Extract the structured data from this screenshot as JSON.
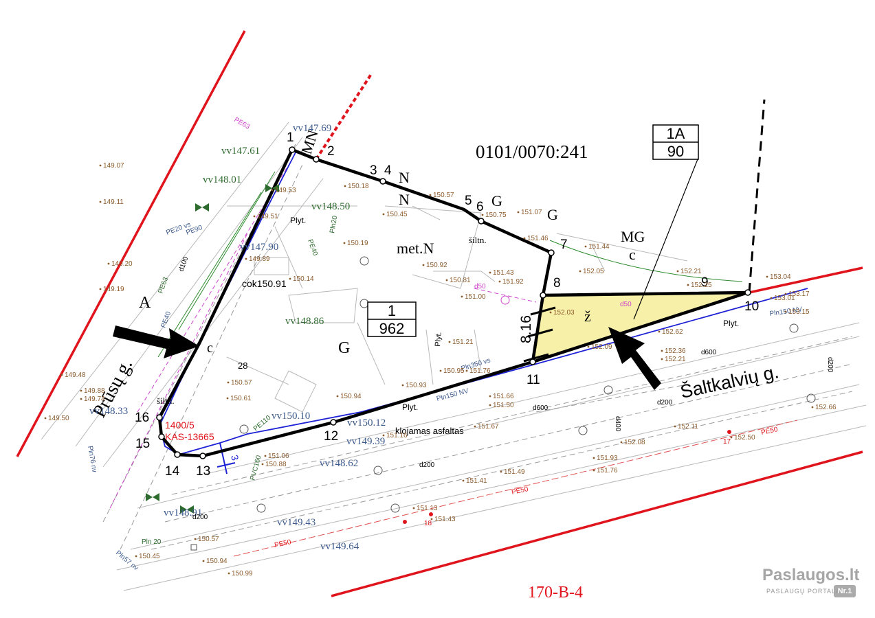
{
  "parcel": {
    "cadastral_number": "0101/0070:241",
    "box_top": "1A",
    "box_bottom": "90"
  },
  "center_box": {
    "top": "1",
    "bottom": "962"
  },
  "streets": {
    "west": "Prūsų g.",
    "south": "Šaltkalvių g."
  },
  "sheet_code": "170-B-4",
  "section_label": "A",
  "vertices": [
    "1",
    "2",
    "3",
    "4",
    "5",
    "6",
    "7",
    "8",
    "9",
    "10",
    "11",
    "12",
    "13",
    "14",
    "15",
    "16"
  ],
  "dimension_label": "8.16",
  "land_labels": {
    "met_n": "met.N",
    "g_center": "G",
    "mn": "MN",
    "n1": "N",
    "n2": "N",
    "g1": "G",
    "g2": "G",
    "mg": "MG",
    "c1": "c",
    "c2": "c",
    "z": "ž",
    "siltn1": "šiltn.",
    "siltn2": "šiltn."
  },
  "notes": {
    "plyt1": "Plyt.",
    "plyt2": "Plyt.",
    "plyt3": "Plyt.",
    "plyt4": "Plyt.",
    "asphalt": "klojamas asfaltas",
    "cok": "cok150.91",
    "ref28": "28",
    "ref_red1": "1400/5",
    "ref_red2": "KAS-13665",
    "ref3": "3",
    "ref17": "17",
    "ref18": "18"
  },
  "green_labels": [
    "vv147.61",
    "vv148.01",
    "vv148.50",
    "vv148.86"
  ],
  "blue_labels": [
    "vv147.69",
    "vv147.90",
    "vv148.33",
    "vv150.10",
    "vv150.12",
    "vv149.39",
    "vv148.62",
    "vv149.43",
    "vv149.64",
    "vv148.91"
  ],
  "utility_labels": [
    "Pln150 NV",
    "Pln350 vs",
    "Pln150 NV",
    "PE50",
    "PE50",
    "PE50",
    "d600",
    "d600",
    "d200",
    "d200",
    "d200",
    "d400",
    "d200",
    "PVC160",
    "PE110",
    "Pln 20",
    "Pln57 nv",
    "Pln76 nv",
    "PE63",
    "PE40",
    "PE20 vs",
    "PE90",
    "d100",
    "Pln20",
    "PE63",
    "PE40",
    "d50",
    "d50"
  ],
  "elevations": [
    "149.19",
    "149.48",
    "149.50",
    "149.88",
    "149.74",
    "149.11",
    "149.07",
    "149.20",
    "149.53",
    "149.51",
    "149.89",
    "150.14",
    "150.18",
    "150.45",
    "150.57",
    "150.75",
    "151.07",
    "150.19",
    "150.92",
    "150.81",
    "151.00",
    "151.43",
    "151.92",
    "151.46",
    "151.44",
    "152.05",
    "152.21",
    "152.25",
    "153.04",
    "153.17",
    "153.01",
    "153.15",
    "152.03",
    "152.62",
    "152.36",
    "152.21",
    "152.09",
    "151.21",
    "150.95",
    "151.76",
    "150.93",
    "150.94",
    "151.66",
    "151.50",
    "151.67",
    "151.16",
    "150.57",
    "150.61",
    "151.06",
    "150.88",
    "151.41",
    "151.49",
    "151.93",
    "151.76",
    "152.08",
    "152.11",
    "152.50",
    "152.66",
    "151.13",
    "151.43",
    "150.57",
    "150.45",
    "150.94",
    "150.99"
  ],
  "colors": {
    "boundary": "#000000",
    "red_line": "#e0141c",
    "blue_line": "#1f23d6",
    "highlight": "#f7f0a8",
    "green": "#2e6b2e",
    "blue_text": "#3c5a8c",
    "magenta": "#cc44cc",
    "elev": "#8b5a2b"
  },
  "watermark": {
    "main": "Paslaugos.lt",
    "sub": "PASLAUGŲ PORTALAS",
    "nr": "Nr.1"
  }
}
